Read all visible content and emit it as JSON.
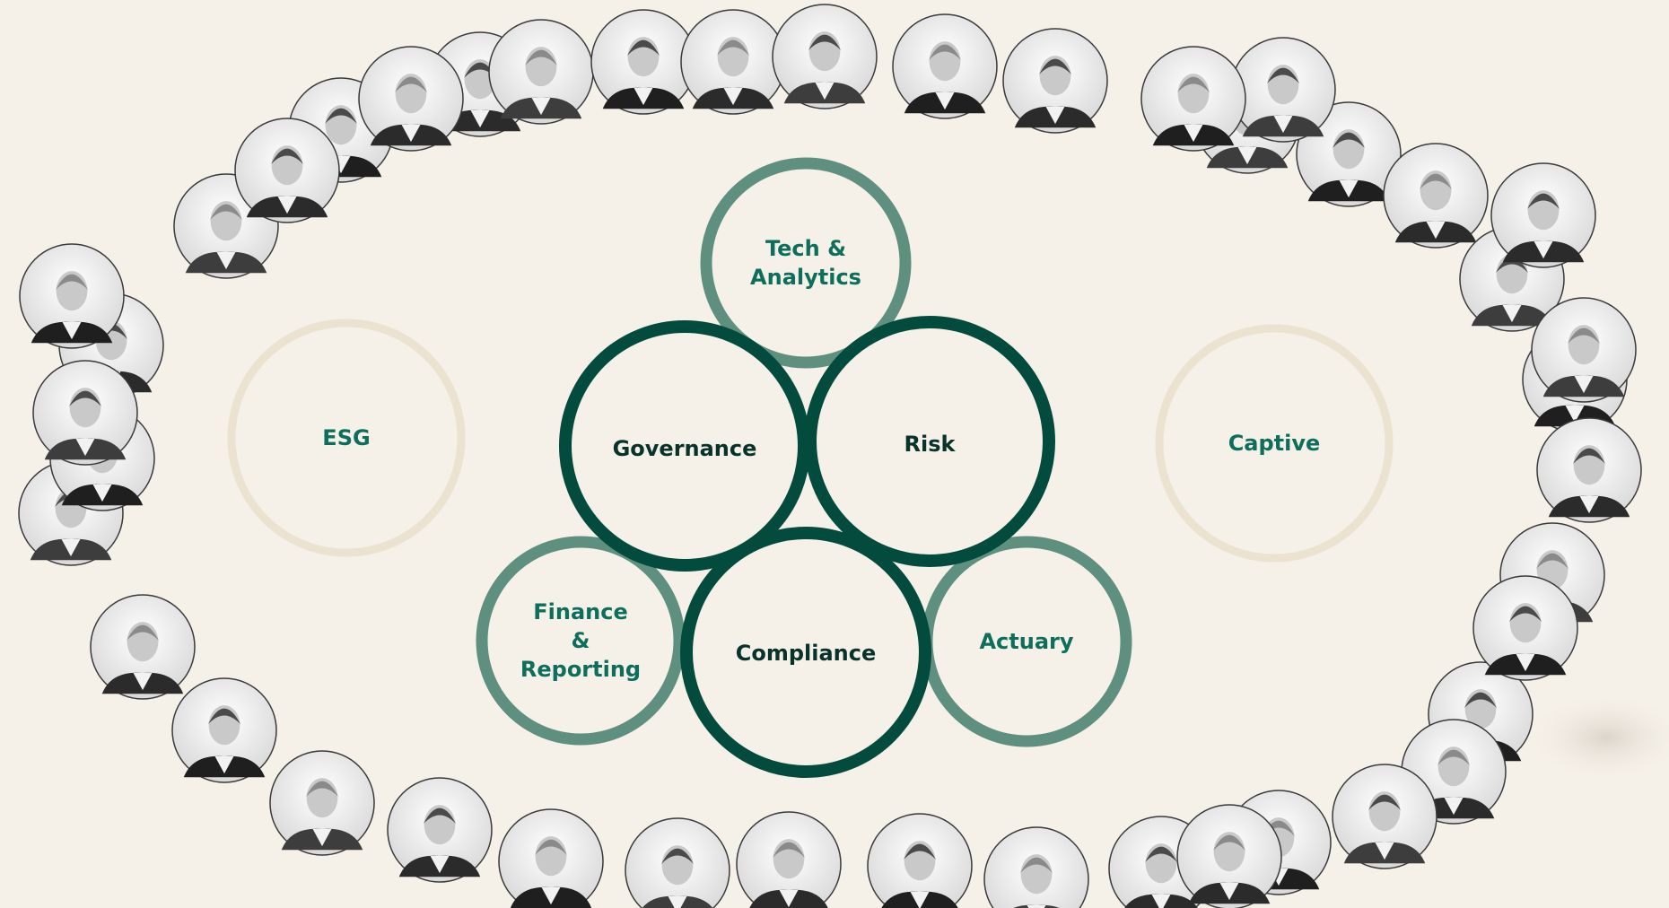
{
  "colors": {
    "background": "#f5f0e8",
    "dark_green": "#024b3d",
    "mid_green": "#5f8f7f",
    "beige_ring": "#ebe2d0",
    "label_teal": "#0d6e5c",
    "label_dark": "#07332a",
    "photo_border": "#3a3a3a"
  },
  "circles": {
    "tech": "Tech &\nAnalytics",
    "governance": "Governance",
    "risk": "Risk",
    "compliance": "Compliance",
    "finance": "Finance\n&\nReporting",
    "actuary": "Actuary",
    "esg": "ESG",
    "captive": "Captive"
  },
  "team_photo_count": 43
}
